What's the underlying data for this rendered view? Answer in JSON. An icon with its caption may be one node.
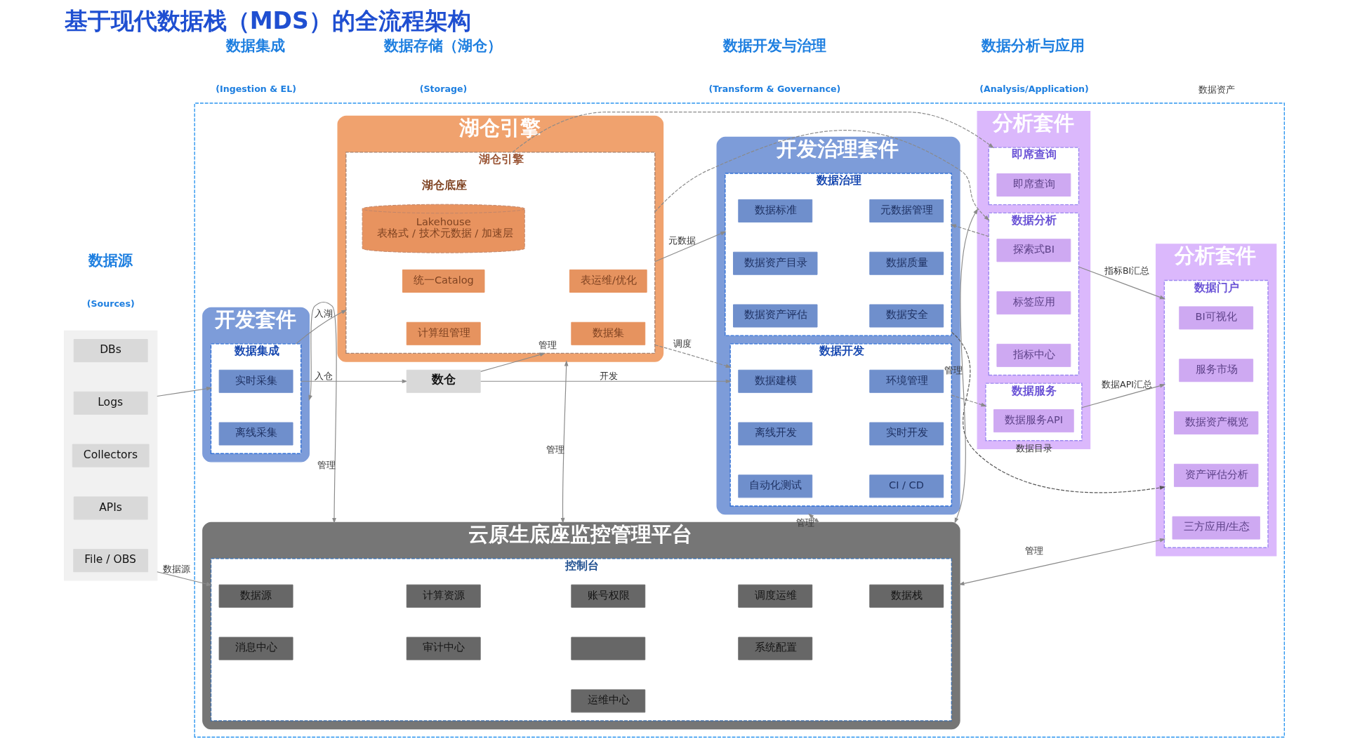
{
  "diagram": {
    "title": "基于现代数据栈（MDS）的全流程架构",
    "nodes": [
      {
        "text": [],
        "shape": "box"
      },
      {
        "text": [
          "DBs"
        ],
        "in": 0
      },
      {
        "text": [
          "Logs"
        ],
        "in": 0
      },
      {
        "text": [
          "Collectors"
        ],
        "in": 0
      },
      {
        "text": [
          "APIs"
        ],
        "in": 0
      },
      {
        "text": [
          "File / OBS"
        ],
        "in": 0
      },
      {
        "text": [],
        "shape": "box"
      },
      {
        "text": [
          "开发套件"
        ],
        "in": 6
      },
      {
        "text": [
          "数据集成"
        ],
        "in": 7
      },
      {
        "text": [
          "实时采集"
        ],
        "in": 8
      },
      {
        "text": [
          "离线采集"
        ],
        "in": 8
      },
      {
        "text": [
          "数仓"
        ],
        "in": 6
      },
      {
        "text": [
          "湖仓引擎"
        ],
        "in": 6
      },
      {
        "text": [
          "湖仓引擎"
        ],
        "in": 12
      },
      {
        "text": [
          "统一Catalog"
        ],
        "in": 13
      },
      {
        "text": [
          "数据集"
        ],
        "in": 13
      },
      {
        "text": [
          "计算组管理"
        ],
        "in": 13
      },
      {
        "text": [
          "表运维/优化"
        ],
        "in": 13
      },
      {
        "text": [
          "Lakehouse",
          "表格式 / 技术元数据 / 加速层"
        ],
        "beside": [
          "湖仓底座"
        ],
        "in": 13
      },
      {
        "text": [
          "开发治理套件"
        ],
        "in": 6
      },
      {
        "text": [
          "数据开发"
        ],
        "in": 19
      },
      {
        "text": [
          "数据建模"
        ],
        "in": 20
      },
      {
        "text": [
          "环境管理"
        ],
        "in": 20
      },
      {
        "text": [
          "离线开发"
        ],
        "in": 20
      },
      {
        "text": [
          "实时开发"
        ],
        "in": 20
      },
      {
        "text": [
          "自动化测试"
        ],
        "in": 20
      },
      {
        "text": [
          "CI / CD"
        ],
        "in": 20
      },
      {
        "text": [
          "数据治理"
        ],
        "in": 19
      },
      {
        "text": [
          "数据标准"
        ],
        "in": 27
      },
      {
        "text": [
          "元数据管理"
        ],
        "in": 27
      },
      {
        "text": [
          "数据资产目录"
        ],
        "in": 27
      },
      {
        "text": [
          "数据质量"
        ],
        "in": 27
      },
      {
        "text": [
          "数据资产评估"
        ],
        "in": 27
      },
      {
        "text": [
          "数据安全"
        ],
        "in": 27
      },
      {
        "text": [
          "分析套件"
        ],
        "in": 6
      },
      {
        "text": [
          "数据分析"
        ],
        "in": 34
      },
      {
        "text": [
          "探索式BI"
        ],
        "in": 35
      },
      {
        "text": [
          "标签应用"
        ],
        "in": 35
      },
      {
        "text": [
          "指标中心"
        ],
        "in": 35
      },
      {
        "text": [
          "数据服务"
        ],
        "in": 34
      },
      {
        "text": [
          "数据服务API"
        ],
        "in": 39
      },
      {
        "text": [
          "即席查询"
        ],
        "in": 34
      },
      {
        "text": [
          "即席查询"
        ],
        "in": 41
      },
      {
        "text": [
          "分析套件"
        ],
        "in": 6
      },
      {
        "text": [
          "数据门户"
        ],
        "in": 43
      },
      {
        "text": [
          "BI可视化"
        ],
        "in": 44
      },
      {
        "text": [
          "服务市场"
        ],
        "in": 44
      },
      {
        "text": [
          "数据资产概览"
        ],
        "in": 44
      },
      {
        "text": [
          "资产评估分析"
        ],
        "in": 44
      },
      {
        "text": [
          "三方应用/生态"
        ],
        "in": 44
      },
      {
        "text": [
          "云原生底座监控管理平台"
        ],
        "in": 6
      },
      {
        "text": [
          "控制台"
        ],
        "in": 50
      },
      {
        "text": [
          "数据源"
        ],
        "in": 51
      },
      {
        "text": [
          "计算资源"
        ],
        "in": 51
      },
      {
        "text": [
          "账号权限"
        ],
        "in": 51
      },
      {
        "text": [
          "调度运维"
        ],
        "in": 51
      },
      {
        "text": [
          "数据栈"
        ],
        "in": 51
      },
      {
        "text": [
          "消息中心"
        ],
        "in": 51
      },
      {
        "text": [
          "审计中心"
        ],
        "in": 51
      },
      {
        "text": [],
        "shape": "box",
        "in": 51
      },
      {
        "text": [
          "系统配置"
        ],
        "in": 51
      },
      {
        "text": [
          "运维中心"
        ],
        "in": 51
      }
    ],
    "edges": [
      {
        "from": 0,
        "to": 8,
        "arrow": "to"
      },
      {
        "from": 0,
        "to": 51,
        "arrow": "to",
        "label": "数据源"
      },
      {
        "from": 8,
        "to": 11,
        "arrow": "to",
        "label": "入仓"
      },
      {
        "from": 8,
        "to": 13,
        "arrow": "to",
        "label": "入湖"
      },
      {
        "from": 11,
        "to": 13,
        "arrow": "to",
        "label": "管理"
      },
      {
        "from": 11,
        "to": 20,
        "arrow": "to",
        "label": "开发"
      },
      {
        "from": 13,
        "to": 20,
        "arrow": "to",
        "label": "调度",
        "style": "dashed"
      },
      {
        "from": 13,
        "to": 27,
        "arrow": "to",
        "label": "元数据"
      },
      {
        "from": 13,
        "to": 35,
        "arrow": "to",
        "style": "dashed"
      },
      {
        "from": 13,
        "to": 41,
        "arrow": "to",
        "style": "dashed"
      },
      {
        "from": 20,
        "to": 39,
        "arrow": "to",
        "style": "dashed"
      },
      {
        "from": 35,
        "to": 27,
        "arrow": "to",
        "style": "dashed"
      },
      {
        "from": 35,
        "to": 44,
        "arrow": "to",
        "label": "指标BI汇总"
      },
      {
        "from": 39,
        "to": 44,
        "arrow": "to",
        "label": "数据API汇总"
      },
      {
        "from": 27,
        "to": 44,
        "arrow": "to",
        "label": "数据目录",
        "style": "dashed",
        "color": "#555555"
      },
      {
        "from": 7,
        "to": 50,
        "arrow": "both",
        "label": "管理"
      },
      {
        "from": 12,
        "to": 50,
        "arrow": "both",
        "label": "管理"
      },
      {
        "from": 19,
        "to": 50,
        "arrow": "both",
        "label": "管理"
      },
      {
        "from": 34,
        "to": 50,
        "arrow": "both",
        "label": "管理"
      },
      {
        "from": 50,
        "to": 44,
        "arrow": "both",
        "label": "管理"
      }
    ],
    "labels": [
      "数据源",
      "(Sources)",
      "数据集成",
      "(Ingestion & EL)",
      "数据存储（湖仓）",
      "(Storage)",
      "数据开发与治理",
      "(Transform & Governance)",
      "数据分析与应用",
      "(Analysis/Application)",
      "数据资产"
    ]
  }
}
